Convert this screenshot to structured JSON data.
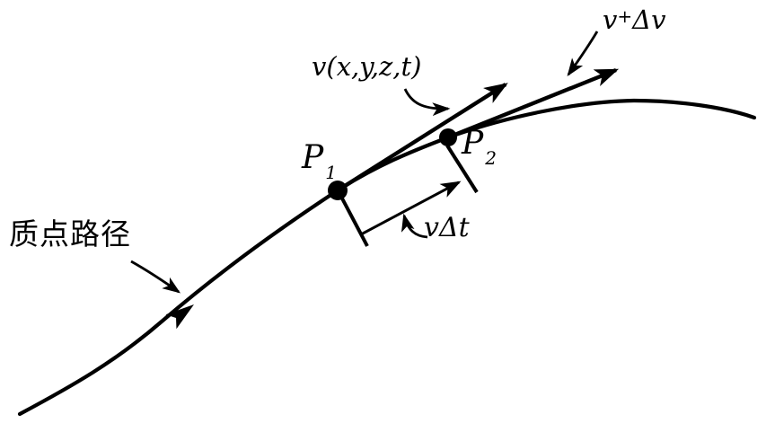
{
  "diagram": {
    "type": "physics-vector-diagram",
    "description_visible_only": "particle path with velocity vectors at two points",
    "colors": {
      "ink": "#000000",
      "background": "#ffffff"
    },
    "labels": {
      "particle_path": "质点路径",
      "velocity_at_p1": "v(x,y,z,t)",
      "velocity_at_p2_v": "v",
      "velocity_at_p2_plus": "+",
      "velocity_at_p2_delta_v": "Δv",
      "point1_base": "P",
      "point1_sub": "1",
      "point2_base": "P",
      "point2_sub": "2",
      "displacement": "vΔt"
    }
  }
}
